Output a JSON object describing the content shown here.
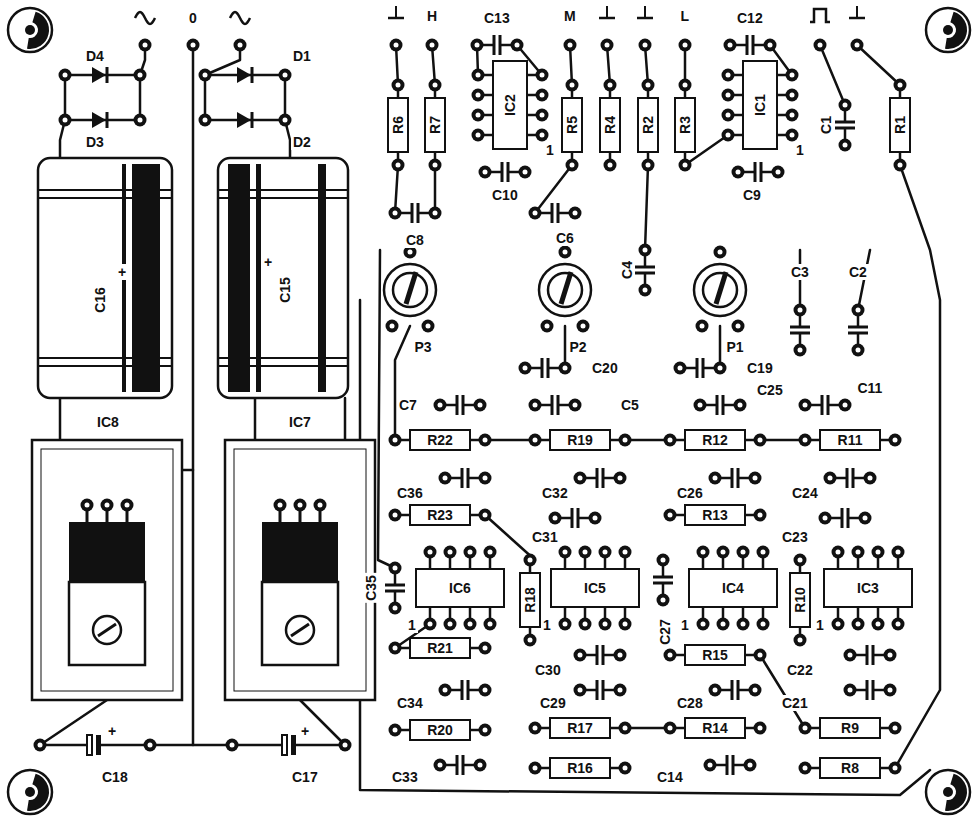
{
  "diagram": {
    "nodes": [
      {
        "text": [
          "R6"
        ]
      },
      {
        "text": [
          "R7"
        ]
      },
      {
        "text": [
          "IC2"
        ]
      },
      {
        "text": [
          "R5"
        ]
      },
      {
        "text": [
          "R4"
        ]
      },
      {
        "text": [
          "R2"
        ]
      },
      {
        "text": [
          "R3"
        ]
      },
      {
        "text": [
          "IC1"
        ]
      },
      {
        "text": [
          "R1"
        ]
      },
      {
        "text": [
          "R22"
        ]
      },
      {
        "text": [
          "R19"
        ]
      },
      {
        "text": [
          "R12"
        ]
      },
      {
        "text": [
          "R11"
        ]
      },
      {
        "text": [
          "R23"
        ]
      },
      {
        "text": [
          "R13"
        ]
      },
      {
        "text": [
          "IC6"
        ]
      },
      {
        "text": [
          "R18"
        ]
      },
      {
        "text": [
          "IC5"
        ]
      },
      {
        "text": [
          "IC4"
        ]
      },
      {
        "text": [
          "R10"
        ]
      },
      {
        "text": [
          "IC3"
        ]
      },
      {
        "text": [
          "R21"
        ]
      },
      {
        "text": [
          "R15"
        ]
      },
      {
        "text": [
          "R20"
        ]
      },
      {
        "text": [
          "R17"
        ]
      },
      {
        "text": [
          "R14"
        ]
      },
      {
        "text": [
          "R9"
        ]
      },
      {
        "text": [
          "R16"
        ]
      },
      {
        "text": [
          "R8"
        ]
      }
    ],
    "labels": [
      "0",
      "H",
      "C13",
      "M",
      "L",
      "C12",
      "D4",
      "D1",
      "D3",
      "D2",
      "C16",
      "C15",
      "C1",
      "C10",
      "C9",
      "C8",
      "C6",
      "C4",
      "P3",
      "P2",
      "P1",
      "C3",
      "C2",
      "C20",
      "C19",
      "C7",
      "C5",
      "C25",
      "C11",
      "C36",
      "C32",
      "C26",
      "C24",
      "C31",
      "C23",
      "C35",
      "C27",
      "C30",
      "C22",
      "C34",
      "C29",
      "C28",
      "C21",
      "C33",
      "C14",
      "IC8",
      "IC7",
      "C18",
      "C17",
      "1",
      "1",
      "1",
      "1",
      "1",
      "1",
      "+",
      "+",
      "+",
      "+"
    ]
  }
}
